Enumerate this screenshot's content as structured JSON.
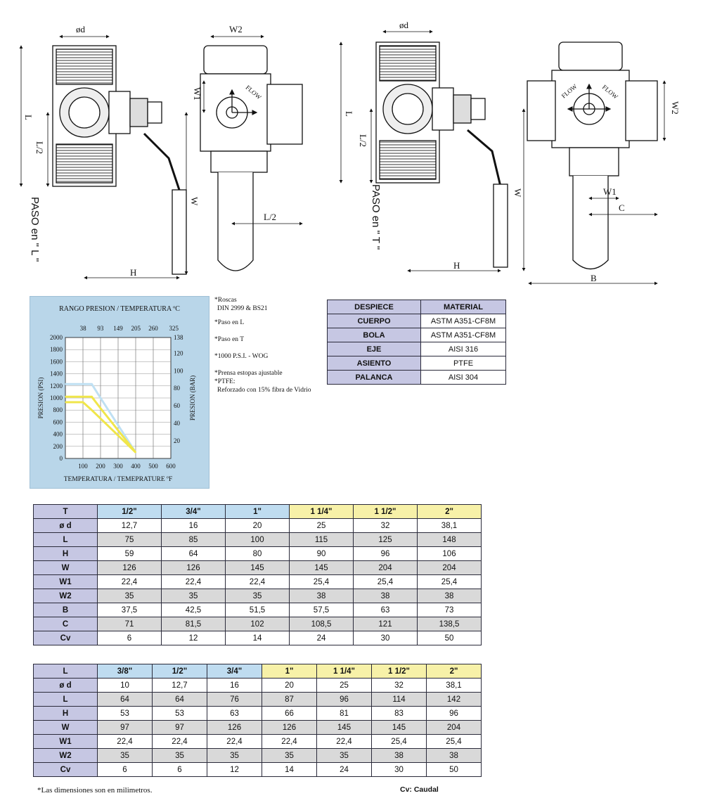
{
  "drawings": {
    "l_valve": {
      "labels": {
        "od": "ød",
        "w2": "W2",
        "w1": "W1",
        "L": "L",
        "L2": "L/2",
        "W": "W",
        "H": "H",
        "Lhalf": "L/2",
        "flow": "FLOW"
      },
      "caption": "PASO en \" L \""
    },
    "t_valve": {
      "labels": {
        "od": "ød",
        "L": "L",
        "L2": "L/2",
        "W": "W",
        "H": "H",
        "w2": "W2",
        "w1": "W1",
        "C": "C",
        "B": "B",
        "flow": "FLOW"
      },
      "caption": "PASO en \" T \""
    }
  },
  "chart_data": {
    "type": "line",
    "title": "RANGO PRESION / TEMPERATURA ºC",
    "xlabel": "TEMPERATURA / TEMEPRATURE ºF",
    "ylabel": "PRESION (PSI)",
    "y2label": "PRESION (BAR)",
    "x_ticks": [
      "100",
      "200",
      "300",
      "400",
      "500",
      "600"
    ],
    "x_top_ticks": [
      "38",
      "93",
      "149",
      "205",
      "260",
      "325"
    ],
    "y_ticks": [
      "0",
      "200",
      "400",
      "600",
      "800",
      "1000",
      "1200",
      "1400",
      "1600",
      "1800",
      "2000"
    ],
    "y2_ticks": [
      "20",
      "40",
      "60",
      "80",
      "100",
      "120",
      "138"
    ],
    "xlim": [
      0,
      600
    ],
    "ylim": [
      0,
      2000
    ],
    "grid": true,
    "series": [
      {
        "color": "#bfe0f3",
        "x": [
          0,
          150,
          200,
          400
        ],
        "y": [
          1230,
          1230,
          1000,
          100
        ]
      },
      {
        "color": "#f0e64a",
        "x": [
          0,
          150,
          200,
          400
        ],
        "y": [
          1020,
          1020,
          830,
          100
        ]
      },
      {
        "color": "#f0e64a",
        "x": [
          0,
          100,
          150,
          400
        ],
        "y": [
          930,
          930,
          800,
          100
        ]
      }
    ]
  },
  "notes": [
    "*Roscas",
    "DIN 2999 & BS21",
    "*Paso en L",
    "*Paso en T",
    "*1000 P.S.I. - WOG",
    "*Prensa estopas ajustable",
    "*PTFE:",
    "Reforzado con 15% fibra de Vidrio"
  ],
  "materials": {
    "headers": [
      "DESPIECE",
      "MATERIAL"
    ],
    "rows": [
      [
        "CUERPO",
        "ASTM A351-CF8M"
      ],
      [
        "BOLA",
        "ASTM A351-CF8M"
      ],
      [
        "EJE",
        "AISI 316"
      ],
      [
        "ASIENTO",
        "PTFE"
      ],
      [
        "PALANCA",
        "AISI 304"
      ]
    ]
  },
  "table_t": {
    "corner": "T",
    "sizes": [
      "1/2\"",
      "3/4\"",
      "1\"",
      "1 1/4\"",
      "1 1/2\"",
      "2\""
    ],
    "rows": [
      {
        "label": "ø d",
        "values": [
          "12,7",
          "16",
          "20",
          "25",
          "32",
          "38,1"
        ]
      },
      {
        "label": "L",
        "values": [
          "75",
          "85",
          "100",
          "115",
          "125",
          "148"
        ]
      },
      {
        "label": "H",
        "values": [
          "59",
          "64",
          "80",
          "90",
          "96",
          "106"
        ]
      },
      {
        "label": "W",
        "values": [
          "126",
          "126",
          "145",
          "145",
          "204",
          "204"
        ]
      },
      {
        "label": "W1",
        "values": [
          "22,4",
          "22,4",
          "22,4",
          "25,4",
          "25,4",
          "25,4"
        ]
      },
      {
        "label": "W2",
        "values": [
          "35",
          "35",
          "35",
          "38",
          "38",
          "38"
        ]
      },
      {
        "label": "B",
        "values": [
          "37,5",
          "42,5",
          "51,5",
          "57,5",
          "63",
          "73"
        ]
      },
      {
        "label": "C",
        "values": [
          "71",
          "81,5",
          "102",
          "108,5",
          "121",
          "138,5"
        ]
      },
      {
        "label": "Cv",
        "values": [
          "6",
          "12",
          "14",
          "24",
          "30",
          "50"
        ]
      }
    ]
  },
  "table_l": {
    "corner": "L",
    "sizes": [
      "3/8\"",
      "1/2\"",
      "3/4\"",
      "1\"",
      "1 1/4\"",
      "1 1/2\"",
      "2\""
    ],
    "rows": [
      {
        "label": "ø d",
        "values": [
          "10",
          "12,7",
          "16",
          "20",
          "25",
          "32",
          "38,1"
        ]
      },
      {
        "label": "L",
        "values": [
          "64",
          "64",
          "76",
          "87",
          "96",
          "114",
          "142"
        ]
      },
      {
        "label": "H",
        "values": [
          "53",
          "53",
          "63",
          "66",
          "81",
          "83",
          "96"
        ]
      },
      {
        "label": "W",
        "values": [
          "97",
          "97",
          "126",
          "126",
          "145",
          "145",
          "204"
        ]
      },
      {
        "label": "W1",
        "values": [
          "22,4",
          "22,4",
          "22,4",
          "22,4",
          "22,4",
          "25,4",
          "25,4"
        ]
      },
      {
        "label": "W2",
        "values": [
          "35",
          "35",
          "35",
          "35",
          "35",
          "38",
          "38"
        ]
      },
      {
        "label": "Cv",
        "values": [
          "6",
          "6",
          "12",
          "14",
          "24",
          "30",
          "50"
        ]
      }
    ]
  },
  "footnote": "*Las dimensiones son en milimetros.",
  "caudal": "Cv: Caudal"
}
